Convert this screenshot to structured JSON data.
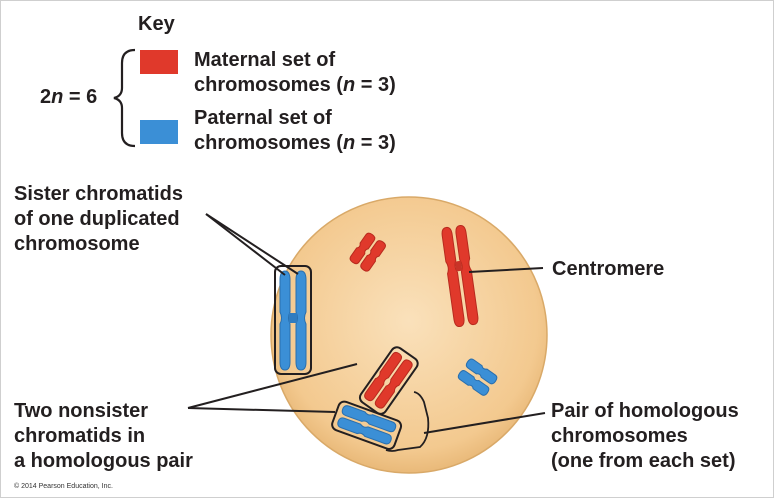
{
  "key": {
    "title": "Key",
    "ploidy_prefix": "2",
    "ploidy_var": "n",
    "ploidy_suffix": " = 6",
    "maternal_line1": "Maternal set of",
    "maternal_line2_pre": "chromosomes (",
    "maternal_var": "n",
    "maternal_line2_post": " = 3)",
    "paternal_line1": "Paternal set of",
    "paternal_line2_pre": "chromosomes (",
    "paternal_var": "n",
    "paternal_line2_post": " = 3)"
  },
  "labels": {
    "sister_line1": "Sister chromatids",
    "sister_line2": "of one duplicated",
    "sister_line3": "chromosome",
    "centromere": "Centromere",
    "nonsister_line1": "Two nonsister",
    "nonsister_line2": "chromatids in",
    "nonsister_line3": "a homologous pair",
    "homolog_line1": "Pair of homologous",
    "homolog_line2": "chromosomes",
    "homolog_line3": "(one from each set)"
  },
  "copyright": "© 2014 Pearson Education, Inc.",
  "colors": {
    "maternal": "#e0392b",
    "paternal": "#3b8fd6",
    "cell": "#f6d3a0",
    "text": "#231f20"
  }
}
